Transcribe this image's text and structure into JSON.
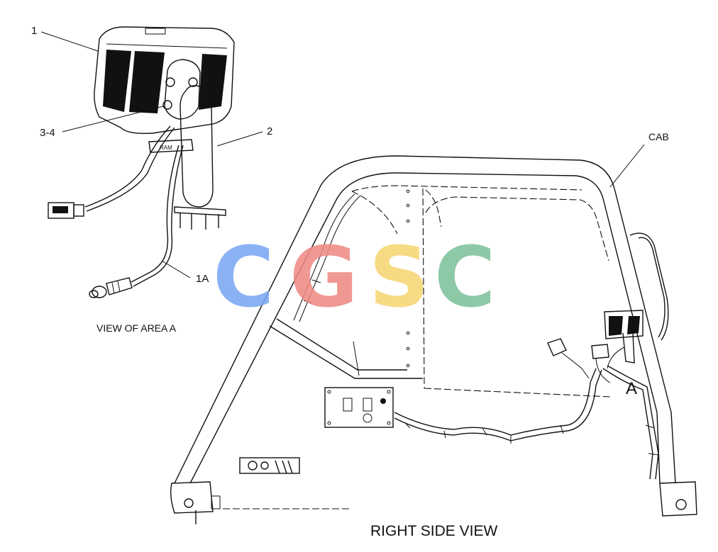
{
  "callouts": {
    "c1": "1",
    "c34": "3-4",
    "c2": "2",
    "c1a": "1A",
    "cab": "CAB",
    "area_a": "A"
  },
  "view_labels": {
    "area": "VIEW OF AREA  A",
    "side": "RIGHT SIDE VIEW"
  },
  "mount_text": "RAM",
  "watermark": {
    "letters": [
      "C",
      "G",
      "S",
      "C"
    ],
    "colors": [
      "#7aa7f2",
      "#ee8a84",
      "#f7d774",
      "#7fc29b"
    ]
  }
}
